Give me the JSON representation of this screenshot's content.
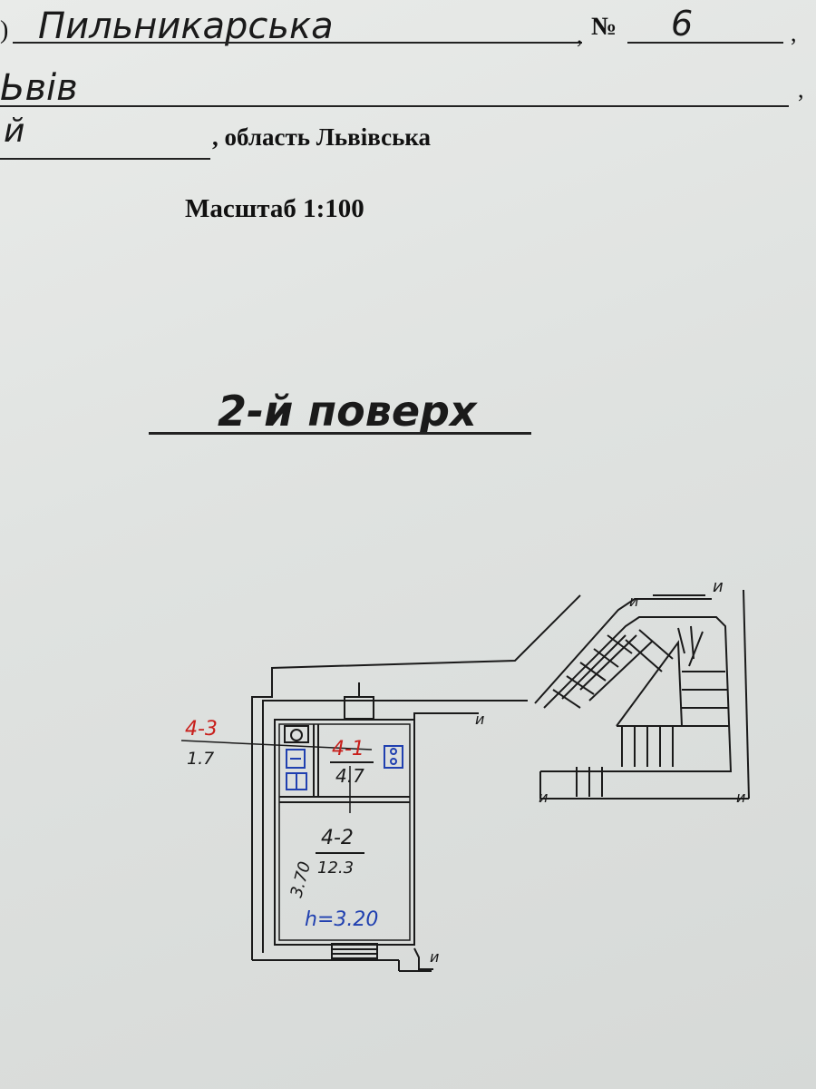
{
  "header": {
    "street_prefix": ")",
    "street_name": "Пильникарська",
    "number_label": "№",
    "number_value": "6",
    "comma1": ",",
    "city": "Ьвів",
    "comma2": ",",
    "district_fragment": "й",
    "region": ", область Львівська"
  },
  "scale": "Масштаб 1:100",
  "floor_title": "2-й поверх",
  "plan": {
    "rooms": [
      {
        "id": "4-3",
        "area": "1.7"
      },
      {
        "id": "4-1",
        "area": "4.7"
      },
      {
        "id": "4-2",
        "area": "12.3"
      }
    ],
    "side_dimension": "3.70",
    "height_label": "h=3.20",
    "wall_marks": [
      "и",
      "и",
      "и",
      "и",
      "и",
      "и"
    ]
  },
  "colors": {
    "paper": "#e3e6e4",
    "ink": "#1a1a1a",
    "red_ink": "#c8201c",
    "blue_ink": "#2040b0"
  }
}
